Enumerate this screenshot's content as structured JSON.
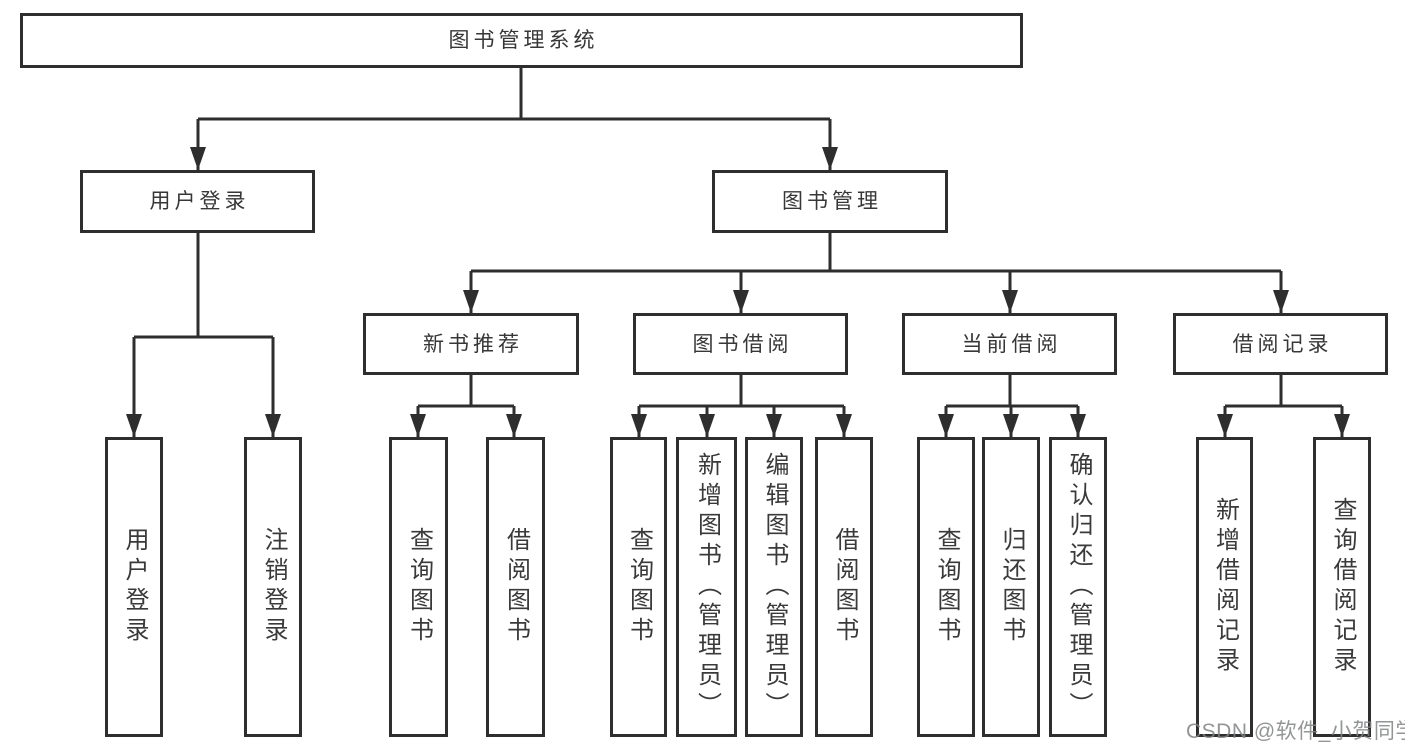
{
  "page": {
    "background": "#ffffff"
  },
  "colors": {
    "line": "#2e2e2e",
    "box_border": "#2e2e2e",
    "node_text": "#373737",
    "watermark": "#808384"
  },
  "watermark": {
    "text": "CSDN @软件_小贺同学"
  },
  "diagram": {
    "type": "hierarchy-tree",
    "root": {
      "label": "图书管理系统"
    },
    "branches": [
      {
        "label": "用户登录",
        "leaves": [
          "用户登录",
          "注销登录"
        ]
      },
      {
        "label": "图书管理",
        "children": [
          {
            "label": "新书推荐",
            "leaves": [
              "查询图书",
              "借阅图书"
            ]
          },
          {
            "label": "图书借阅",
            "leaves": [
              "查询图书",
              "新增图书（管理员）",
              "编辑图书（管理员）",
              "借阅图书"
            ]
          },
          {
            "label": "当前借阅",
            "leaves": [
              "查询图书",
              "归还图书",
              "确认归还（管理员）"
            ]
          },
          {
            "label": "借阅记录",
            "leaves": [
              "新增借阅记录",
              "查询借阅记录"
            ]
          }
        ]
      }
    ]
  }
}
